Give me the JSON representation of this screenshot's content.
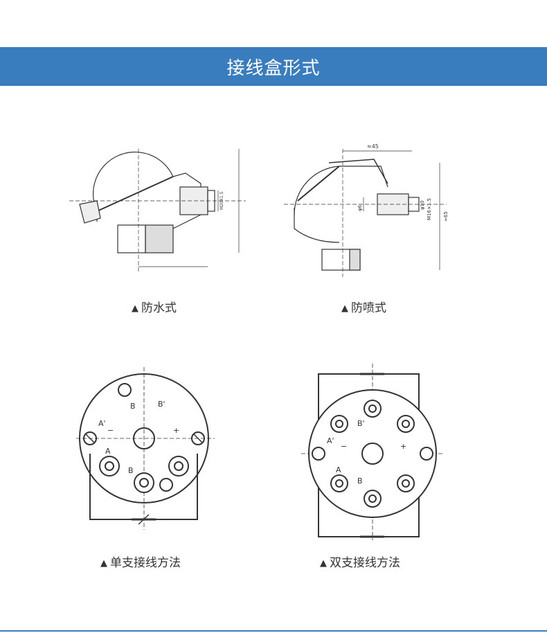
{
  "header": {
    "title": "接线盒形式"
  },
  "figures": [
    {
      "caption": "防水式",
      "marker": "▲",
      "dims": {
        "thread": "M20X1.5"
      }
    },
    {
      "caption": "防喷式",
      "marker": "▲",
      "dims": {
        "top": "≈45",
        "d6": "φ6",
        "d10": "φ10",
        "thread": "M16×1.5",
        "height": "≈65"
      }
    },
    {
      "caption": "单支接线方法",
      "marker": "▲",
      "labels": {
        "b": "B",
        "b_prime": "B'",
        "a_prime": "A'",
        "a": "A",
        "minus": "−",
        "plus": "+"
      }
    },
    {
      "caption": "双支接线方法",
      "marker": "▲",
      "labels": {
        "b": "B",
        "b_prime": "B'",
        "a_prime": "A'",
        "a": "A",
        "minus": "−",
        "plus": "+"
      }
    }
  ]
}
